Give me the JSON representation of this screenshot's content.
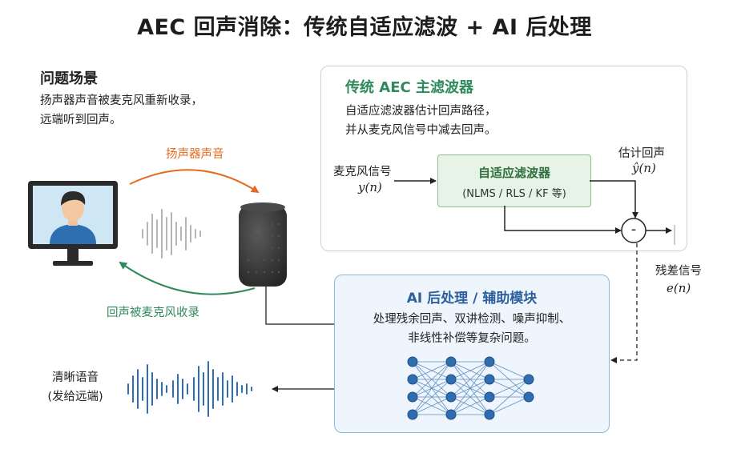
{
  "title": "AEC 回声消除：传统自适应滤波 + AI 后处理",
  "scene": {
    "heading": "问题场景",
    "desc_line1": "扬声器声音被麦克风重新收录，",
    "desc_line2": "远端听到回声。",
    "speaker_sound_label": "扬声器声音",
    "echo_captured_label": "回声被麦克风收录"
  },
  "aec": {
    "title": "传统 AEC 主滤波器",
    "desc_line1": "自适应滤波器估计回声路径，",
    "desc_line2": "并从麦克风信号中减去回声。",
    "filter_name": "自适应滤波器",
    "filter_algos": "(NLMS / RLS / KF 等)",
    "mic_signal_label": "麦克风信号",
    "mic_signal_symbol": "y(n)",
    "estimated_echo_label": "估计回声",
    "estimated_echo_symbol": "ŷ(n)",
    "subtract_symbol": "-",
    "residual_label": "残差信号",
    "residual_symbol": "e(n)"
  },
  "ai": {
    "title": "AI 后处理 / 辅助模块",
    "desc_line1": "处理残余回声、双讲检测、噪声抑制、",
    "desc_line2": "非线性补偿等复杂问题。"
  },
  "output": {
    "line1": "清晰语音",
    "line2": "(发给远端)"
  },
  "colors": {
    "orange": "#e86a1e",
    "green": "#2e8a5c",
    "blue": "#2c5f9e",
    "filter_fill": "#e6f3e6",
    "ai_fill": "#eef5fc"
  }
}
